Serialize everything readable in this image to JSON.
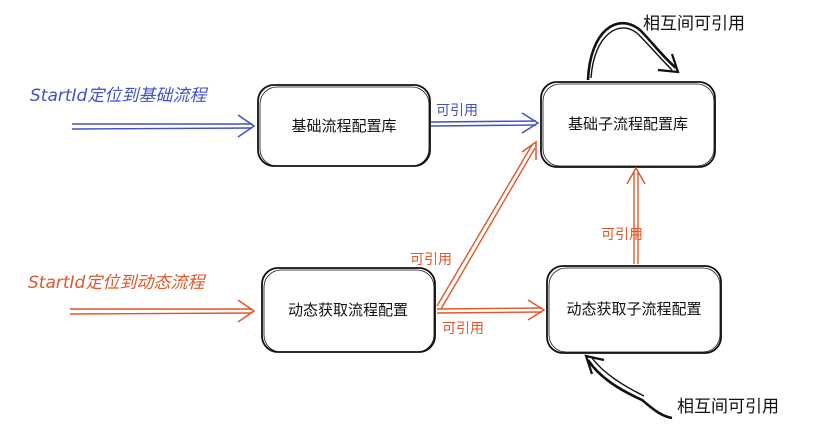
{
  "colors": {
    "blue": "#3f51c9",
    "orange": "#e0572a",
    "ink": "#111111"
  },
  "entries": {
    "basic": "StartId定位到基础流程",
    "dynamic": "StartId定位到动态流程"
  },
  "nodes": {
    "basic_lib": "基础流程配置库",
    "basic_sub_lib": "基础子流程配置库",
    "dynamic_config": "动态获取流程配置",
    "dynamic_sub_config": "动态获取子流程配置"
  },
  "edges": {
    "basic_to_sub": "可引用",
    "dynamic_to_basic_sub": "可引用",
    "dynamic_to_dynamic_sub": "可引用",
    "dynamic_sub_to_basic_sub": "可引用"
  },
  "loops": {
    "top": "相互间可引用",
    "bottom": "相互间可引用"
  }
}
